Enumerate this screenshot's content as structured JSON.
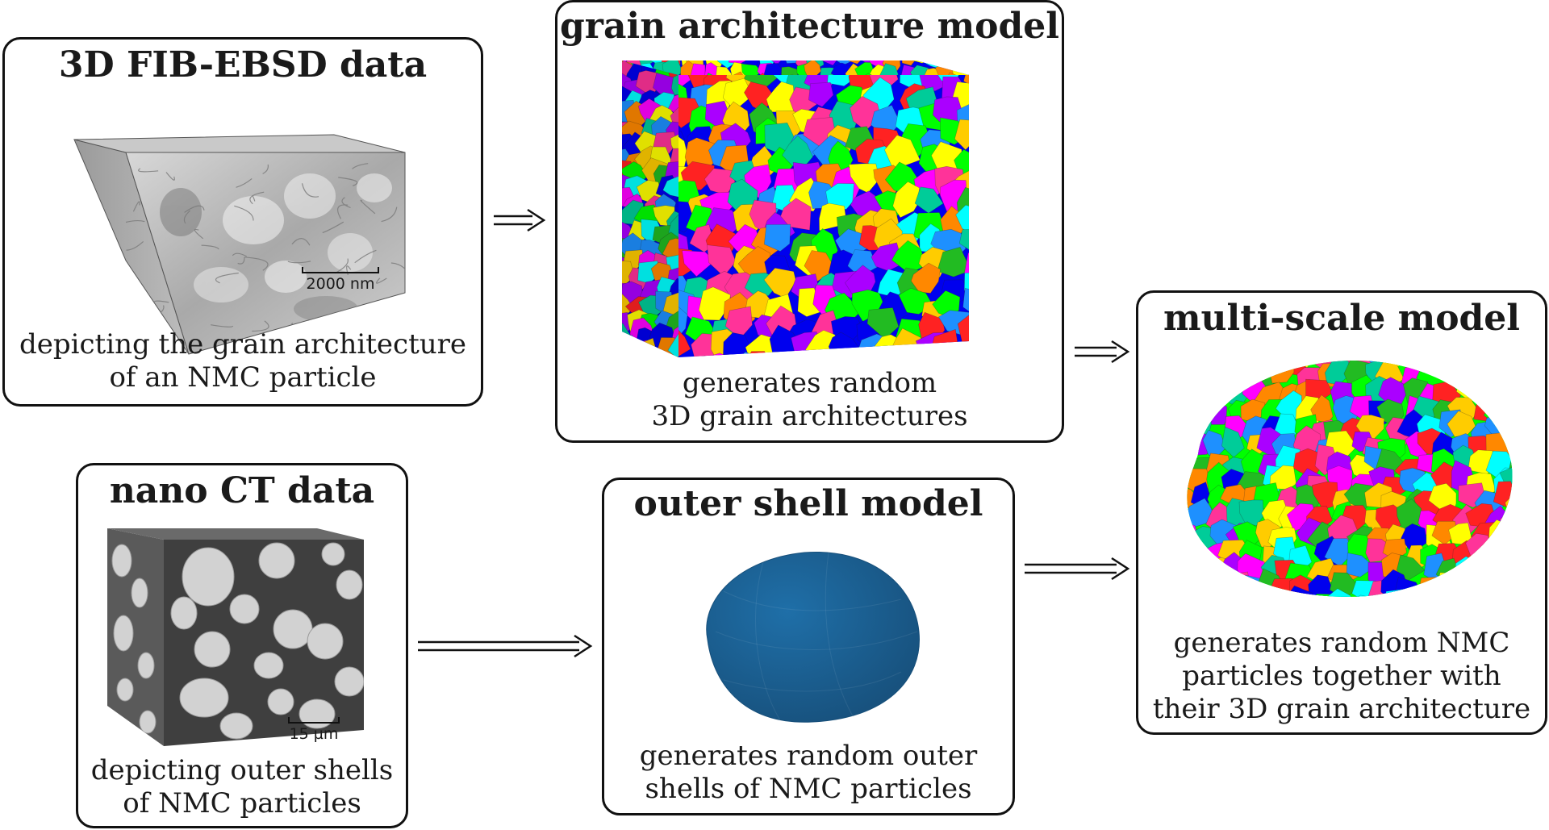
{
  "panels": {
    "fib": {
      "title": "3D FIB-EBSD data",
      "desc_lines": [
        "depicting the grain architecture",
        "of an NMC particle"
      ],
      "scale_label": "2000 nm"
    },
    "grain": {
      "title": "grain architecture model",
      "desc_lines": [
        "generates random",
        "3D grain architectures"
      ]
    },
    "multi": {
      "title": "multi-scale model",
      "desc_lines": [
        "generates random NMC",
        "particles together with",
        "their 3D grain architecture"
      ]
    },
    "ct": {
      "title": "nano CT data",
      "desc_lines": [
        "depicting outer shells",
        "of NMC particles"
      ],
      "scale_label": "15 µm"
    },
    "shell": {
      "title": "outer shell model",
      "desc_lines": [
        "generates random outer",
        "shells of NMC particles"
      ]
    }
  },
  "colors": {
    "grain_palette": [
      "#ff00ff",
      "#0000ee",
      "#00ff00",
      "#ff2222",
      "#ffff00",
      "#00ffff",
      "#aa00ff",
      "#ff8800",
      "#22bb22",
      "#1e90ff",
      "#ffcc00",
      "#00cc99",
      "#ff3399"
    ],
    "shell_blue": "#1f6fa8",
    "shell_dark": "#174f7a"
  }
}
